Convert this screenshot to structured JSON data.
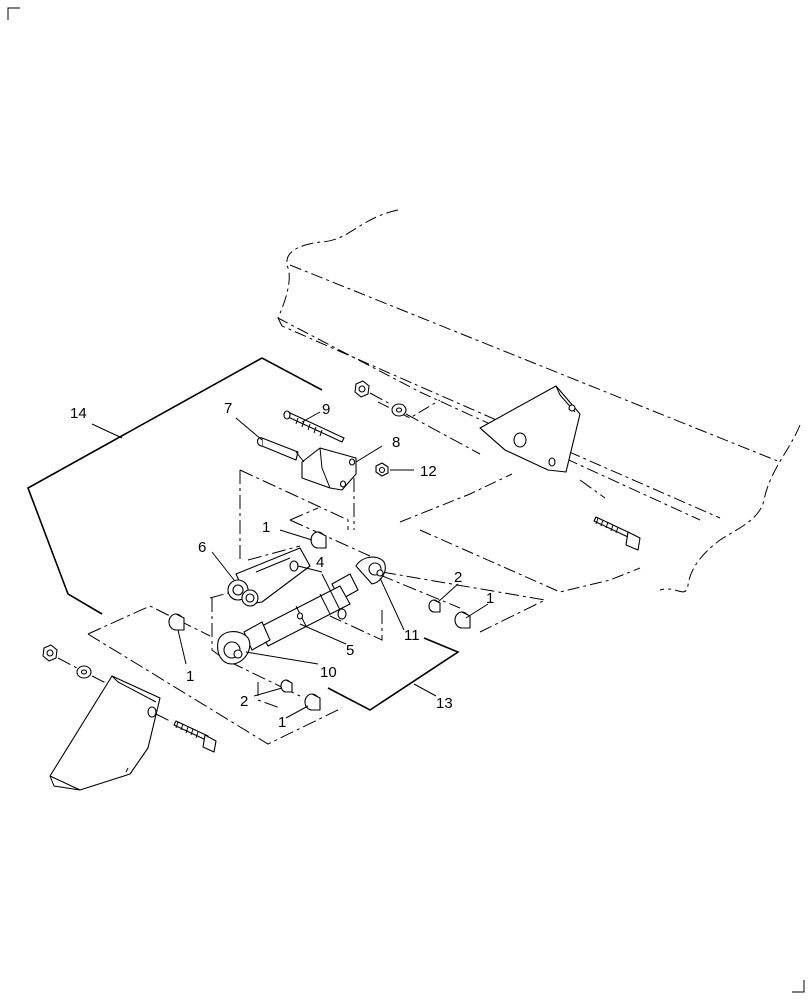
{
  "callouts": {
    "c1a": "1",
    "c1b": "1",
    "c1c": "1",
    "c1d": "1",
    "c2a": "2",
    "c2b": "2",
    "c4": "4",
    "c5": "5",
    "c6": "6",
    "c7": "7",
    "c8": "8",
    "c9": "9",
    "c10": "10",
    "c11": "11",
    "c12": "12",
    "c13": "13",
    "c14": "14"
  }
}
